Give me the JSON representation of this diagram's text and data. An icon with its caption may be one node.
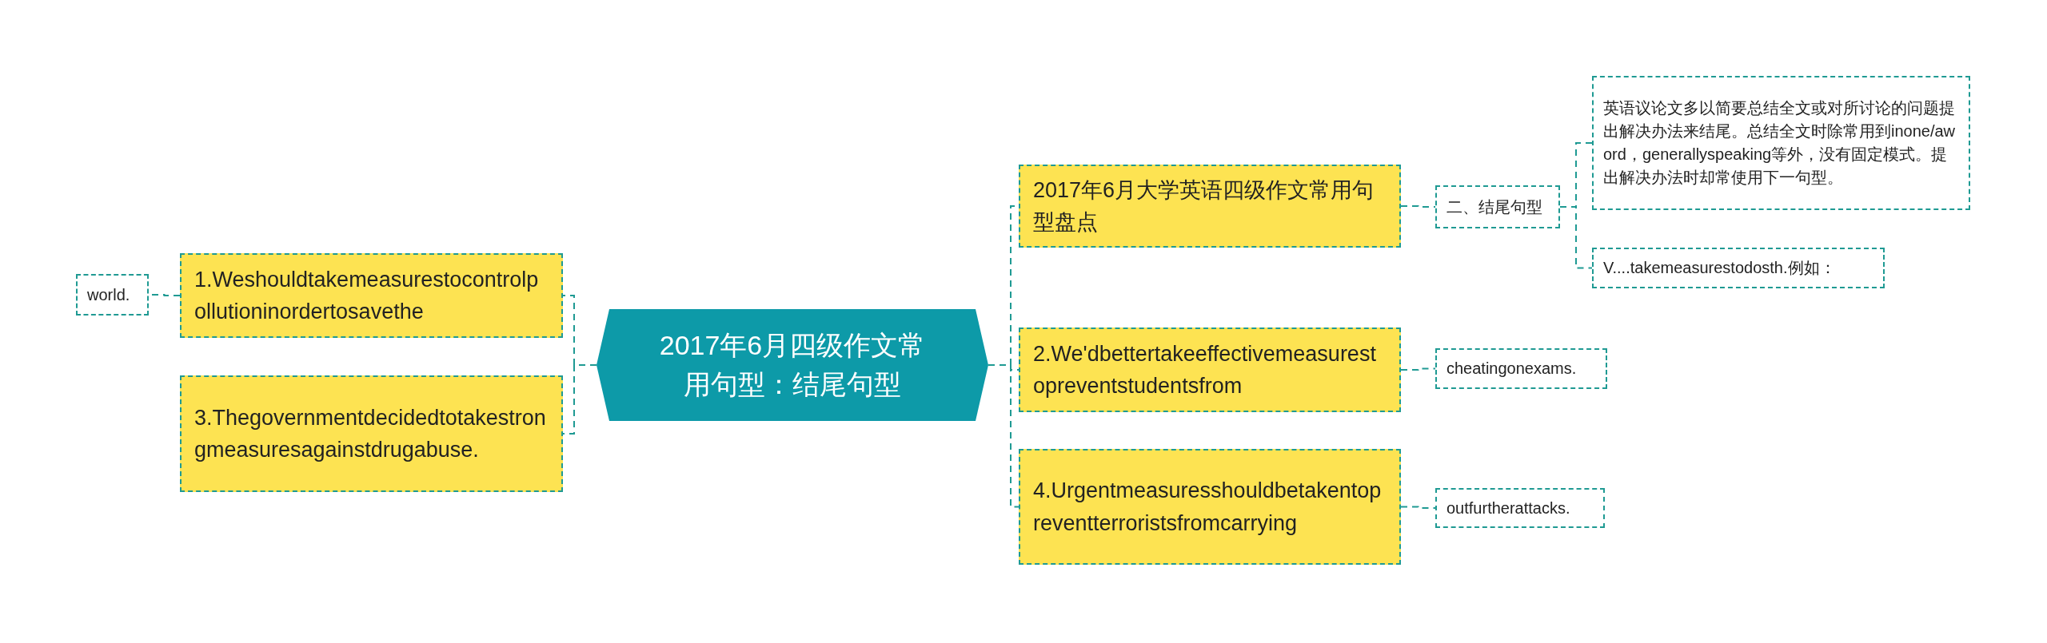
{
  "diagram": {
    "nodes": [
      {
        "text": [
          "2017年6月四级作文常用句型：结尾句型"
        ]
      },
      {
        "text": [
          "1.Weshouldtakemeasurestocontrolpollutioninordertosavethe"
        ]
      },
      {
        "text": [
          "world."
        ]
      },
      {
        "text": [
          "3.Thegovernmentdecidedtotakestrongmeasuresagainstdrugabuse."
        ]
      },
      {
        "text": [
          "2017年6月大学英语四级作文常用句型盘点"
        ]
      },
      {
        "text": [
          "二、结尾句型"
        ]
      },
      {
        "text": [
          "英语议论文多以简要总结全文或对所讨论的问题提出解决办法来结尾。总结全文时除常用到inone/aword，generallyspeaking等外，没有固定模式。提出解决办法时却常使用下一句型。"
        ]
      },
      {
        "text": [
          "V....takemeasurestodosth.例如："
        ]
      },
      {
        "text": [
          "2.We'dbettertakeeffectivemeasurestopreventstudentsfrom"
        ]
      },
      {
        "text": [
          "cheatingonexams."
        ]
      },
      {
        "text": [
          "4.Urgentmeasuresshouldbetakentopreventterroristsfromcarrying"
        ]
      },
      {
        "text": [
          "outfurtherattacks."
        ]
      }
    ],
    "edges": [
      {
        "from": 0,
        "to": 1,
        "arrow": "none"
      },
      {
        "from": 1,
        "to": 2,
        "arrow": "none"
      },
      {
        "from": 0,
        "to": 3,
        "arrow": "none"
      },
      {
        "from": 0,
        "to": 4,
        "arrow": "none"
      },
      {
        "from": 4,
        "to": 5,
        "arrow": "none"
      },
      {
        "from": 5,
        "to": 6,
        "arrow": "none"
      },
      {
        "from": 5,
        "to": 7,
        "arrow": "none"
      },
      {
        "from": 0,
        "to": 8,
        "arrow": "none"
      },
      {
        "from": 8,
        "to": 9,
        "arrow": "none"
      },
      {
        "from": 0,
        "to": 10,
        "arrow": "none"
      },
      {
        "from": 10,
        "to": 11,
        "arrow": "none"
      }
    ]
  }
}
